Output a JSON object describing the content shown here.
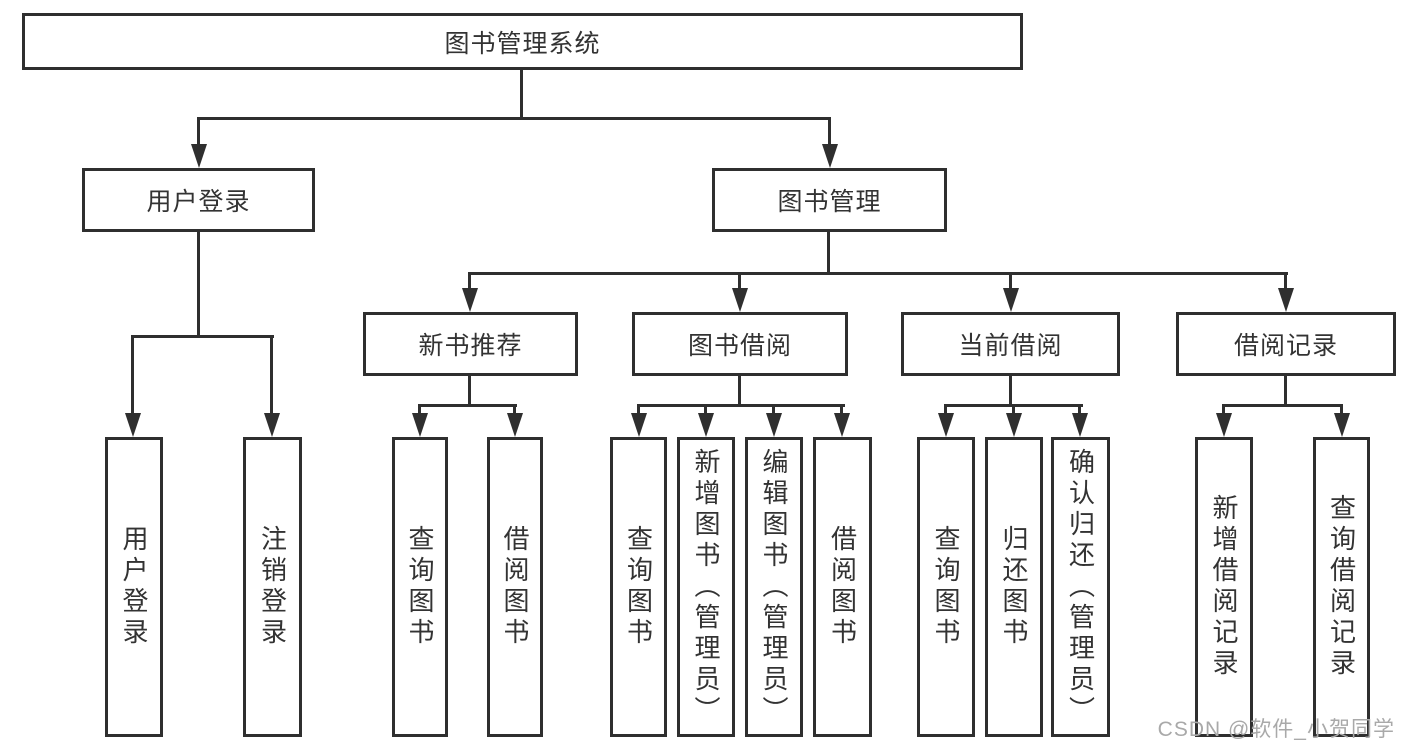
{
  "diagram": {
    "type": "tree",
    "line_color": "#2f2f2f",
    "text_color": "#333333",
    "watermark": "CSDN @软件_小贺同学",
    "nodes": {
      "root": "图书管理系统",
      "user_login": "用户登录",
      "book_mgmt": "图书管理",
      "new_book_rec": "新书推荐",
      "book_borrow": "图书借阅",
      "current_borrow": "当前借阅",
      "borrow_records": "借阅记录",
      "ul_login": "用户登录",
      "ul_logout": "注销登录",
      "nbr_query": "查询图书",
      "nbr_borrow": "借阅图书",
      "bb_query": "查询图书",
      "bb_add": "新增图书（管理员）",
      "bb_edit": "编辑图书（管理员）",
      "bb_borrow": "借阅图书",
      "cb_query": "查询图书",
      "cb_return": "归还图书",
      "cb_confirm": "确认归还（管理员）",
      "br_add": "新增借阅记录",
      "br_query": "查询借阅记录"
    }
  }
}
